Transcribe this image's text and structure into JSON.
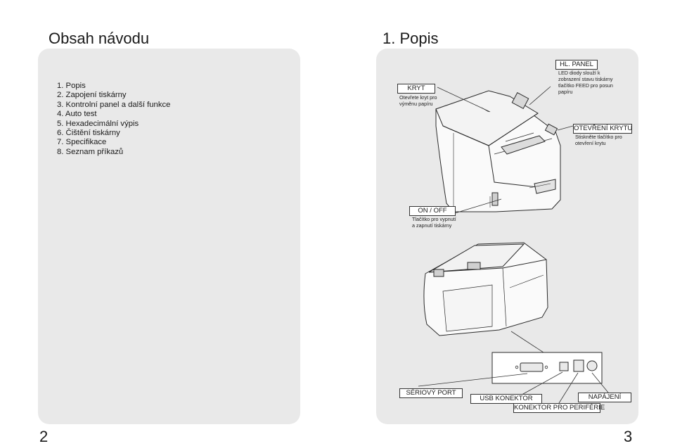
{
  "left_page": {
    "heading": "Obsah návodu",
    "toc": [
      "1. Popis",
      "2. Zapojení tiskárny",
      "3. Kontrolní panel a další funkce",
      "4. Auto test",
      "5. Hexadecimální výpis",
      "6. Čištění tiskárny",
      "7. Specifikace",
      "8. Seznam příkazů"
    ],
    "page_number": "2"
  },
  "right_page": {
    "heading": "1. Popis",
    "page_number": "3",
    "callouts": {
      "kryt": {
        "label": "KRYT",
        "desc": [
          "Otevřete kryt pro",
          "výměnu papíru"
        ]
      },
      "panel": {
        "label": "HL. PANEL",
        "desc": [
          "LED diody slouží k",
          "zobrazení stavu tiskárny",
          "tlačítko FEED pro posun",
          "papíru"
        ]
      },
      "cover_open": {
        "label": "OTEVŘENÍ KRYTU",
        "desc": [
          "Stiskněte tlačítko pro",
          "otevření krytu"
        ]
      },
      "power": {
        "label": "ON / OFF",
        "desc": [
          "Tlačítko pro vypnutí",
          "a zapnutí tiskárny"
        ]
      },
      "serial": {
        "label": "SÉRIOVÝ PORT"
      },
      "usb": {
        "label": "USB KONEKTOR"
      },
      "power_in": {
        "label": "NAPÁJENÍ"
      },
      "peripheral": {
        "label": "KONEKTOR PRO PERIFÉRIE"
      }
    }
  }
}
